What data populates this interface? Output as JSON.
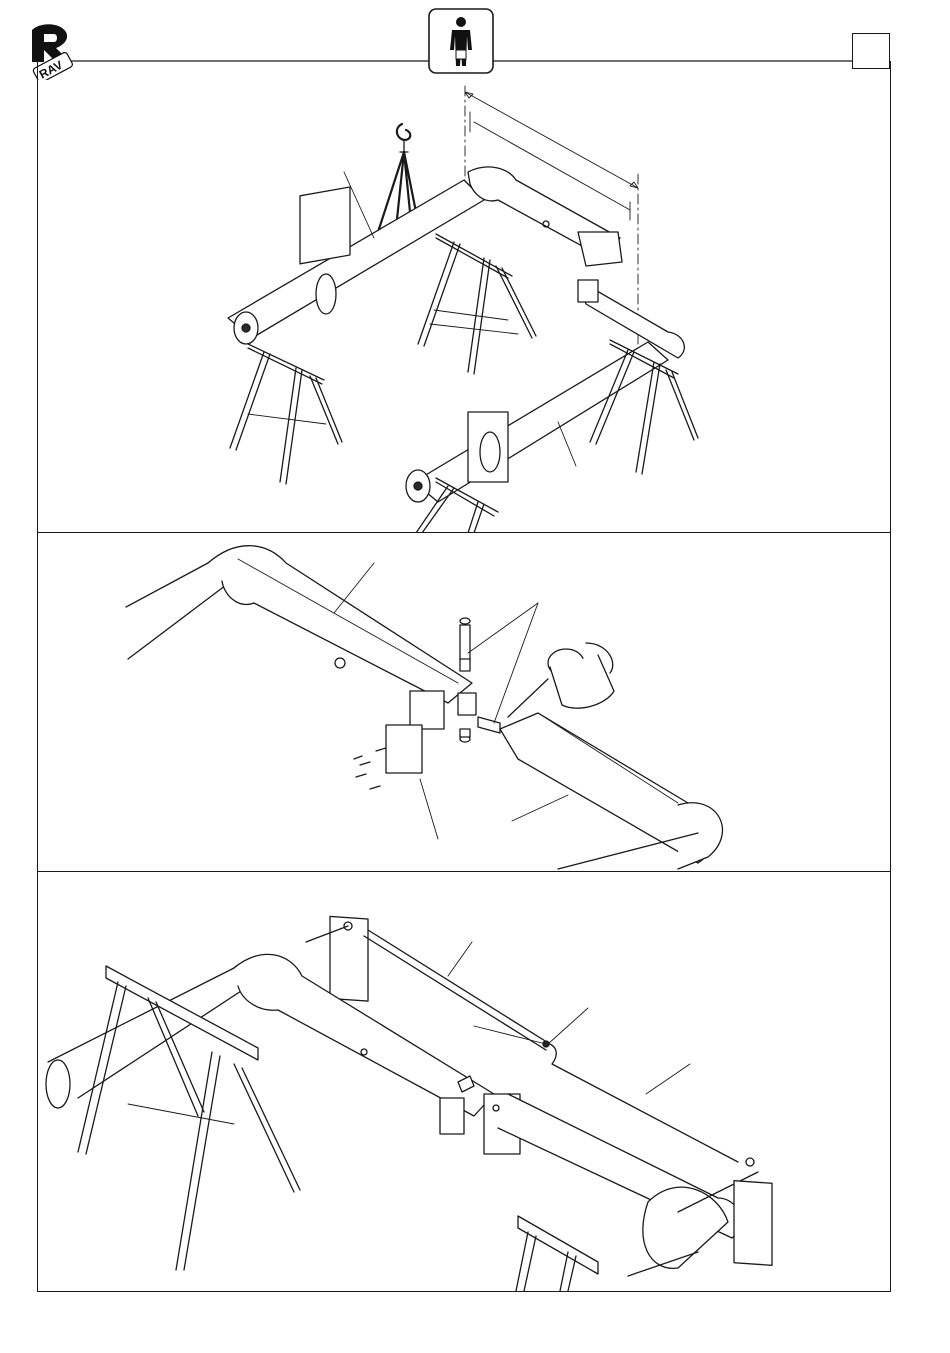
{
  "document": {
    "brand_logo": "RAV",
    "operator_icon": "single-operator-icon",
    "page_number": "",
    "panels": [
      {
        "id": "step-1",
        "description_icon": "hoist-and-trestles"
      },
      {
        "id": "step-2",
        "description_icon": "joint-assembly"
      },
      {
        "id": "step-3",
        "description_icon": "hose-routing"
      }
    ]
  }
}
